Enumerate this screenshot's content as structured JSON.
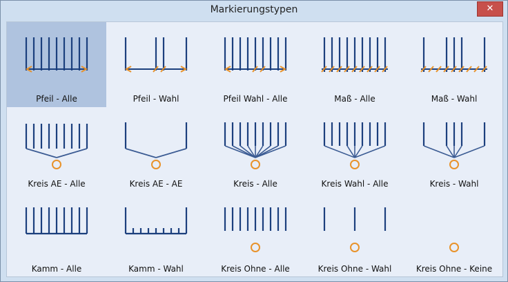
{
  "window": {
    "title": "Markierungstypen",
    "close_label": "✕"
  },
  "colors": {
    "bar": "#1b3f7d",
    "accent": "#e8922a",
    "selection": "#afc3df"
  },
  "items": [
    {
      "label": "Pfeil - Alle",
      "kind": "arrow-all",
      "selected": true
    },
    {
      "label": "Pfeil - Wahl",
      "kind": "arrow-sel"
    },
    {
      "label": "Pfeil Wahl - Alle",
      "kind": "arrow-sel-all"
    },
    {
      "label": "Maß - Alle",
      "kind": "dim-all"
    },
    {
      "label": "Maß - Wahl",
      "kind": "dim-sel"
    },
    {
      "label": "Kreis AE - Alle",
      "kind": "circle-ae-all"
    },
    {
      "label": "Kreis AE - AE",
      "kind": "circle-ae-ae"
    },
    {
      "label": "Kreis - Alle",
      "kind": "circle-all"
    },
    {
      "label": "Kreis Wahl - Alle",
      "kind": "circle-sel-all"
    },
    {
      "label": "Kreis - Wahl",
      "kind": "circle-sel"
    },
    {
      "label": "Kamm - Alle",
      "kind": "comb-all"
    },
    {
      "label": "Kamm - Wahl",
      "kind": "comb-sel"
    },
    {
      "label": "Kreis Ohne - Alle",
      "kind": "nocirc-all"
    },
    {
      "label": "Kreis Ohne - Wahl",
      "kind": "nocirc-sel"
    },
    {
      "label": "Kreis Ohne - Keine",
      "kind": "nocirc-none"
    }
  ]
}
